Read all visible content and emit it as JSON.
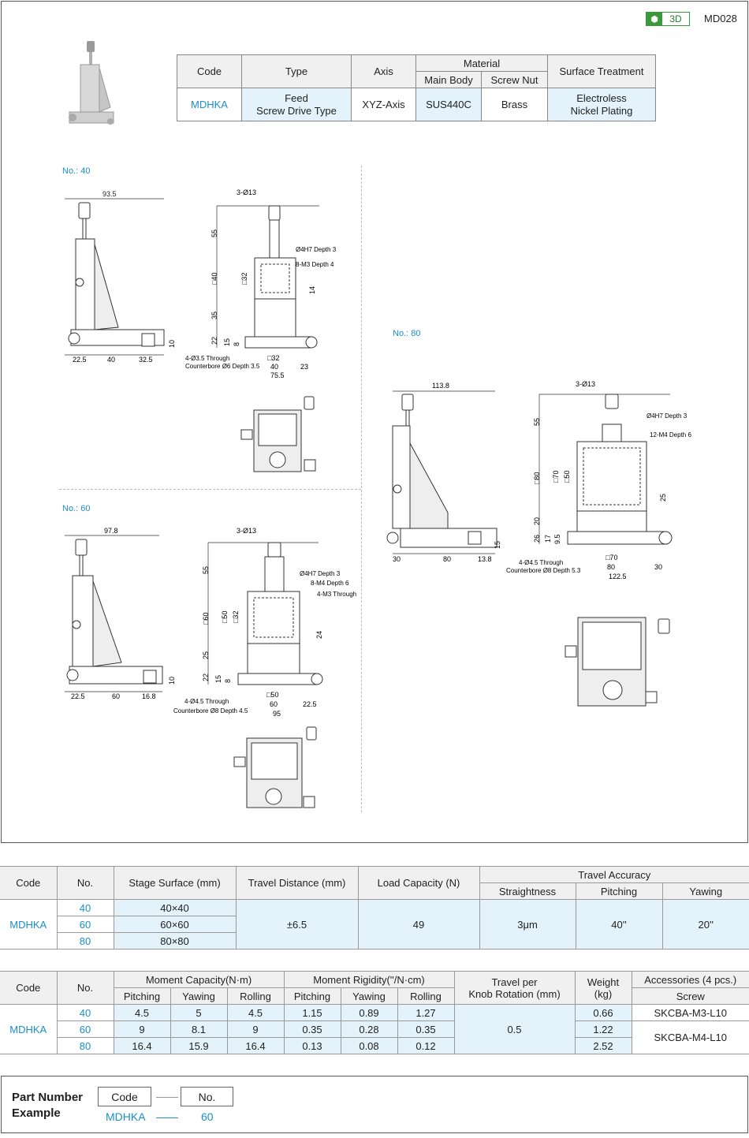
{
  "header": {
    "badge_3d": "3D",
    "page_id": "MD028"
  },
  "spec": {
    "headers": {
      "code": "Code",
      "type": "Type",
      "axis": "Axis",
      "material": "Material",
      "main_body": "Main Body",
      "screw_nut": "Screw Nut",
      "surface": "Surface Treatment"
    },
    "row": {
      "code": "MDHKA",
      "type_line1": "Feed",
      "type_line2": "Screw Drive Type",
      "axis": "XYZ-Axis",
      "main_body": "SUS440C",
      "screw_nut": "Brass",
      "surface_line1": "Electroless",
      "surface_line2": "Nickel Plating"
    }
  },
  "drawings": {
    "no40": {
      "label": "No.: 40",
      "dims": {
        "d93_5": "93.5",
        "d3o13": "3-Ø13",
        "d55": "55",
        "d40": "□40",
        "d32": "□32",
        "d35": "35",
        "d22": "22",
        "d15": "15",
        "d8": "8",
        "d14": "14",
        "d10": "10",
        "d22_5": "22.5",
        "d40b": "40",
        "d32_5": "32.5",
        "n_depth": "Ø4H7 Depth 3",
        "m3": "8-M3 Depth 4",
        "thru1": "4-Ø3.5 Through",
        "thru2": "Counterbore Ø6 Depth 3.5",
        "sq32b": "□32",
        "d40c": "40",
        "d23": "23",
        "d75_5": "75.5"
      }
    },
    "no60": {
      "label": "No.: 60",
      "dims": {
        "d97_8": "97.8",
        "d3o13": "3-Ø13",
        "d55": "55",
        "d60": "□60",
        "d50": "□50",
        "d32": "□32",
        "d25": "25",
        "d22": "22",
        "d15": "15",
        "d8": "8",
        "d24": "24",
        "d10": "10",
        "d22_5": "22.5",
        "d60b": "60",
        "d16_8": "16.8",
        "n_depth": "Ø4H7 Depth 3",
        "m4": "8-M4 Depth 6",
        "m3": "4-M3 Through",
        "thru1": "4-Ø4.5 Through",
        "thru2": "Counterbore Ø8 Depth 4.5",
        "sq50b": "□50",
        "d60c": "60",
        "d22_5b": "22.5",
        "d95": "95"
      }
    },
    "no80": {
      "label": "No.: 80",
      "dims": {
        "d113_8": "113.8",
        "d3o13": "3-Ø13",
        "d55": "55",
        "d80": "□80",
        "d70": "□70",
        "d50": "□50",
        "d20": "20",
        "d26": "26",
        "d17": "17",
        "d9_5": "9.5",
        "d25": "25",
        "d15": "15",
        "d30": "30",
        "d80b": "80",
        "d13_8": "13.8",
        "n_depth": "Ø4H7 Depth 3",
        "m4": "12-M4 Depth 6",
        "thru1": "4-Ø4.5 Through",
        "thru2": "Counterbore Ø8 Depth 5.3",
        "sq70b": "□70",
        "d80c": "80",
        "d30b": "30",
        "d122_5": "122.5"
      }
    }
  },
  "perf": {
    "headers": {
      "code": "Code",
      "no": "No.",
      "stage": "Stage Surface (mm)",
      "travel": "Travel Distance (mm)",
      "load": "Load Capacity (N)",
      "accuracy": "Travel Accuracy",
      "straight": "Straightness",
      "pitching": "Pitching",
      "yawing": "Yawing"
    },
    "code": "MDHKA",
    "rows": [
      {
        "no": "40",
        "stage": "40×40"
      },
      {
        "no": "60",
        "stage": "60×60"
      },
      {
        "no": "80",
        "stage": "80×80"
      }
    ],
    "travel": "±6.5",
    "load": "49",
    "straight": "3μm",
    "pitching": "40''",
    "yawing": "20''"
  },
  "moment": {
    "headers": {
      "code": "Code",
      "no": "No.",
      "capacity": "Moment Capacity(N·m)",
      "rigidity": "Moment Rigidity(''/N·cm)",
      "pitching": "Pitching",
      "yawing": "Yawing",
      "rolling": "Rolling",
      "travel_knob_1": "Travel per",
      "travel_knob_2": "Knob Rotation (mm)",
      "weight_1": "Weight",
      "weight_2": "(kg)",
      "acc": "Accessories (4 pcs.)",
      "screw": "Screw"
    },
    "code": "MDHKA",
    "rows": [
      {
        "no": "40",
        "cp": "4.5",
        "cy": "5",
        "cr": "4.5",
        "rp": "1.15",
        "ry": "0.89",
        "rr": "1.27",
        "weight": "0.66"
      },
      {
        "no": "60",
        "cp": "9",
        "cy": "8.1",
        "cr": "9",
        "rp": "0.35",
        "ry": "0.28",
        "rr": "0.35",
        "weight": "1.22"
      },
      {
        "no": "80",
        "cp": "16.4",
        "cy": "15.9",
        "cr": "16.4",
        "rp": "0.13",
        "ry": "0.08",
        "rr": "0.12",
        "weight": "2.52"
      }
    ],
    "travel_knob": "0.5",
    "screw_40": "SKCBA-M3-L10",
    "screw_6080": "SKCBA-M4-L10"
  },
  "part_number": {
    "title": "Part Number Example",
    "code_label": "Code",
    "no_label": "No.",
    "code_value": "MDHKA",
    "no_value": "60"
  },
  "colors": {
    "accent": "#1a8fc8",
    "highlight": "#e3f2fb",
    "badge": "#3a9a3a"
  }
}
